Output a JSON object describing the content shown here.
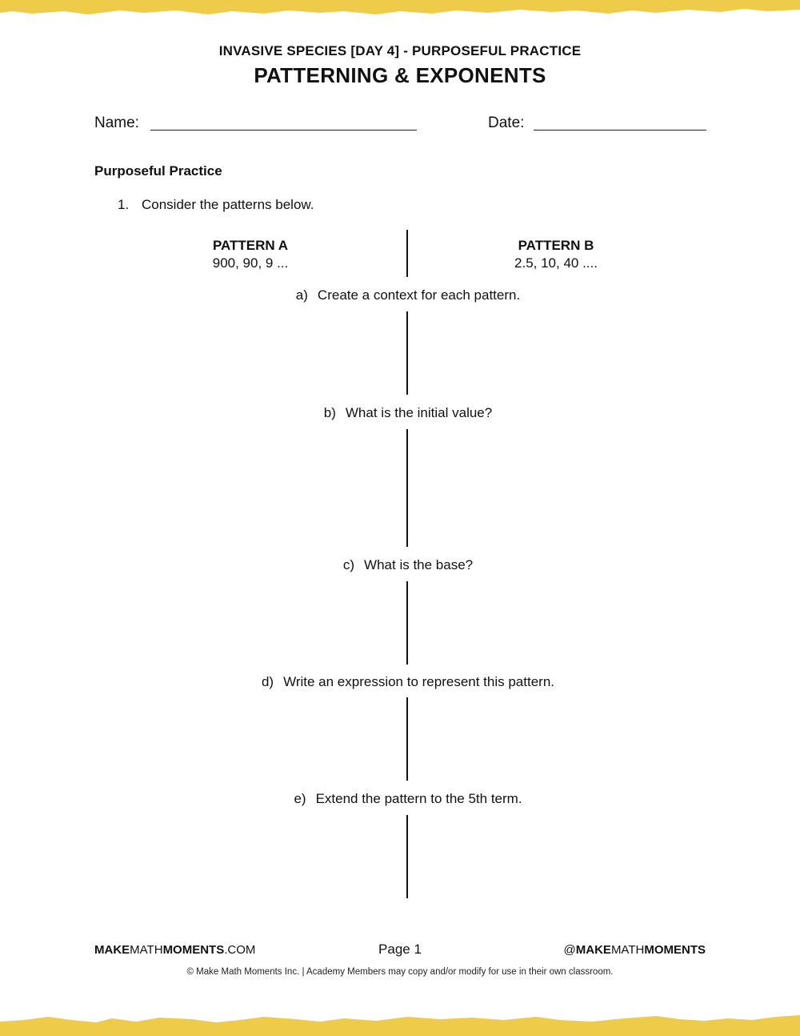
{
  "theme": {
    "accent": "#EECC4A",
    "text": "#111111"
  },
  "header": {
    "subtitle": "INVASIVE SPECIES [DAY 4] - PURPOSEFUL PRACTICE",
    "title": "PATTERNING & EXPONENTS"
  },
  "fields": {
    "name_label": "Name:",
    "date_label": "Date:"
  },
  "section_title": "Purposeful Practice",
  "question": {
    "number": "1.",
    "text": "Consider the patterns below."
  },
  "patterns": [
    {
      "heading": "PATTERN A",
      "sequence": "900, 90, 9 ..."
    },
    {
      "heading": "PATTERN B",
      "sequence": "2.5, 10, 40 ...."
    }
  ],
  "sub_questions": [
    {
      "label": "a)",
      "text": "Create a context for each pattern."
    },
    {
      "label": "b)",
      "text": "What is the initial value?"
    },
    {
      "label": "c)",
      "text": "What is the base?"
    },
    {
      "label": "d)",
      "text": "Write an expression to represent this pattern."
    },
    {
      "label": "e)",
      "text": "Extend the pattern to the 5th term."
    }
  ],
  "footer": {
    "left_bold1": "MAKE",
    "left_light": "MATH",
    "left_bold2": "MOMENTS",
    "left_suffix": ".COM",
    "page": "Page 1",
    "right_prefix": "@",
    "right_bold1": "MAKE",
    "right_light": "MATH",
    "right_bold2": "MOMENTS",
    "copyright": "© Make Math Moments Inc. | Academy Members may copy and/or modify for use in their own classroom."
  }
}
